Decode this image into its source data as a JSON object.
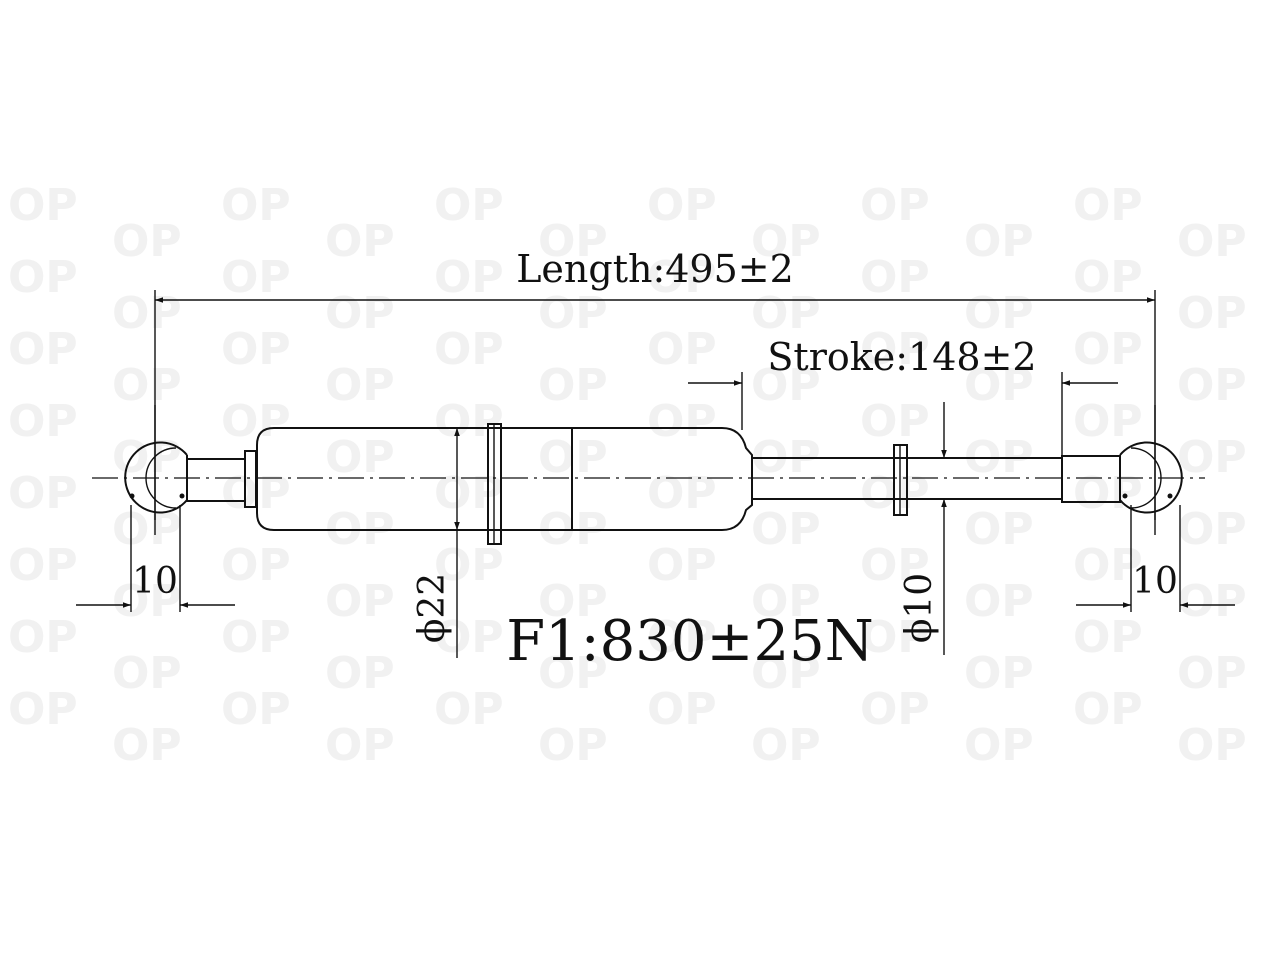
{
  "watermark": {
    "text": "OP"
  },
  "dimensions": {
    "length_label": "Length:495±2",
    "stroke_label": "Stroke:148±2",
    "force_label": "F1:830±25N",
    "cylinder_diameter_label": "ϕ22",
    "rod_diameter_label": "ϕ10",
    "left_end_fitting_label": "10",
    "right_end_fitting_label": "10"
  },
  "colors": {
    "line": "#111111",
    "watermark": "#f1f1f1",
    "background": "#ffffff"
  }
}
